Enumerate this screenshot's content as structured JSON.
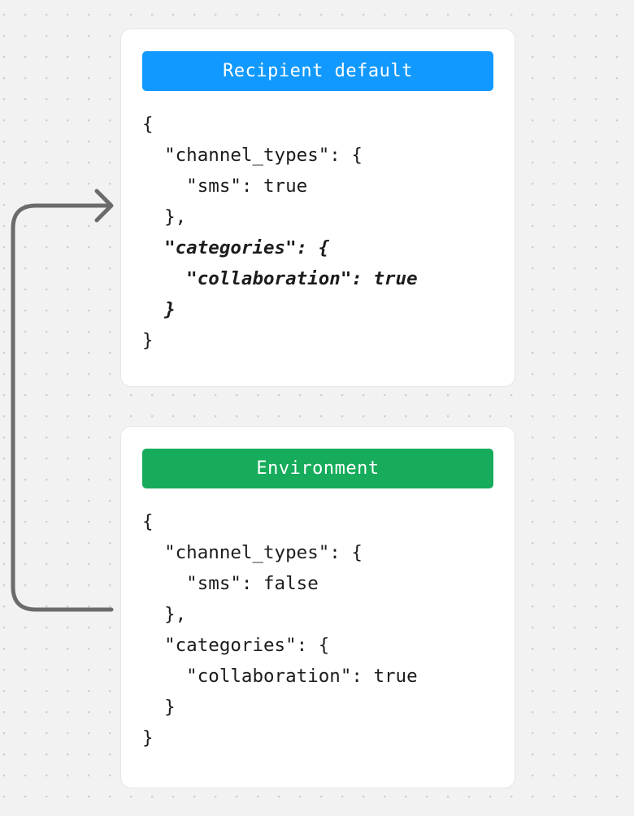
{
  "canvas": {
    "background_color": "#f2f2f2",
    "dot_grid_color": "#cfcfcf"
  },
  "connector": {
    "name": "arrow-connector",
    "color": "#6b6b6b",
    "stroke_width": 5,
    "direction": "from-environment-card-to-recipient-default-card",
    "arrowhead": "right"
  },
  "cards": [
    {
      "id": "recipient-default",
      "header": {
        "label": "Recipient default",
        "background_color": "#1199ff",
        "text_color": "#ffffff"
      },
      "code_lines": [
        {
          "text": "{",
          "emphasis": false
        },
        {
          "text": "  \"channel_types\": {",
          "emphasis": false
        },
        {
          "text": "    \"sms\": true",
          "emphasis": false
        },
        {
          "text": "  },",
          "emphasis": false
        },
        {
          "text": "  \"categories\": {",
          "emphasis": true
        },
        {
          "text": "    \"collaboration\": true",
          "emphasis": true
        },
        {
          "text": "  }",
          "emphasis": true
        },
        {
          "text": "}",
          "emphasis": false
        }
      ]
    },
    {
      "id": "environment",
      "header": {
        "label": "Environment",
        "background_color": "#16ac5b",
        "text_color": "#ffffff"
      },
      "code_lines": [
        {
          "text": "{",
          "emphasis": false
        },
        {
          "text": "  \"channel_types\": {",
          "emphasis": false
        },
        {
          "text": "    \"sms\": false",
          "emphasis": false
        },
        {
          "text": "  },",
          "emphasis": false
        },
        {
          "text": "  \"categories\": {",
          "emphasis": false
        },
        {
          "text": "    \"collaboration\": true",
          "emphasis": false
        },
        {
          "text": "  }",
          "emphasis": false
        },
        {
          "text": "}",
          "emphasis": false
        }
      ]
    }
  ]
}
